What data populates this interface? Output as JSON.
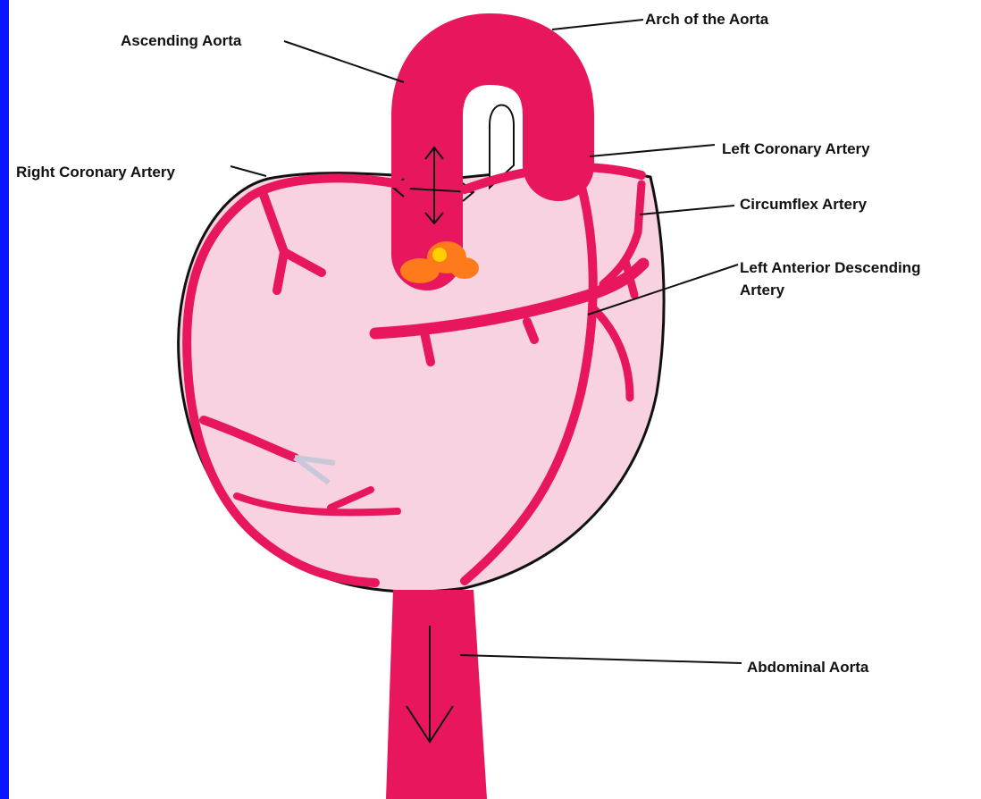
{
  "colors": {
    "frame": "#0a14ff",
    "artery": "#e8175d",
    "heart_fill": "#f9d2e2",
    "outline": "#111111",
    "plaque": "#ff7a1a"
  },
  "labels": {
    "ascending_aorta": "Ascending Aorta",
    "arch_of_aorta": "Arch of the Aorta",
    "right_coronary": "Right Coronary Artery",
    "left_coronary": "Left Coronary Artery",
    "circumflex": "Circumflex Artery",
    "lad_line1": "Left Anterior Descending",
    "lad_line2": "Artery",
    "abdominal_aorta": "Abdominal Aorta"
  }
}
